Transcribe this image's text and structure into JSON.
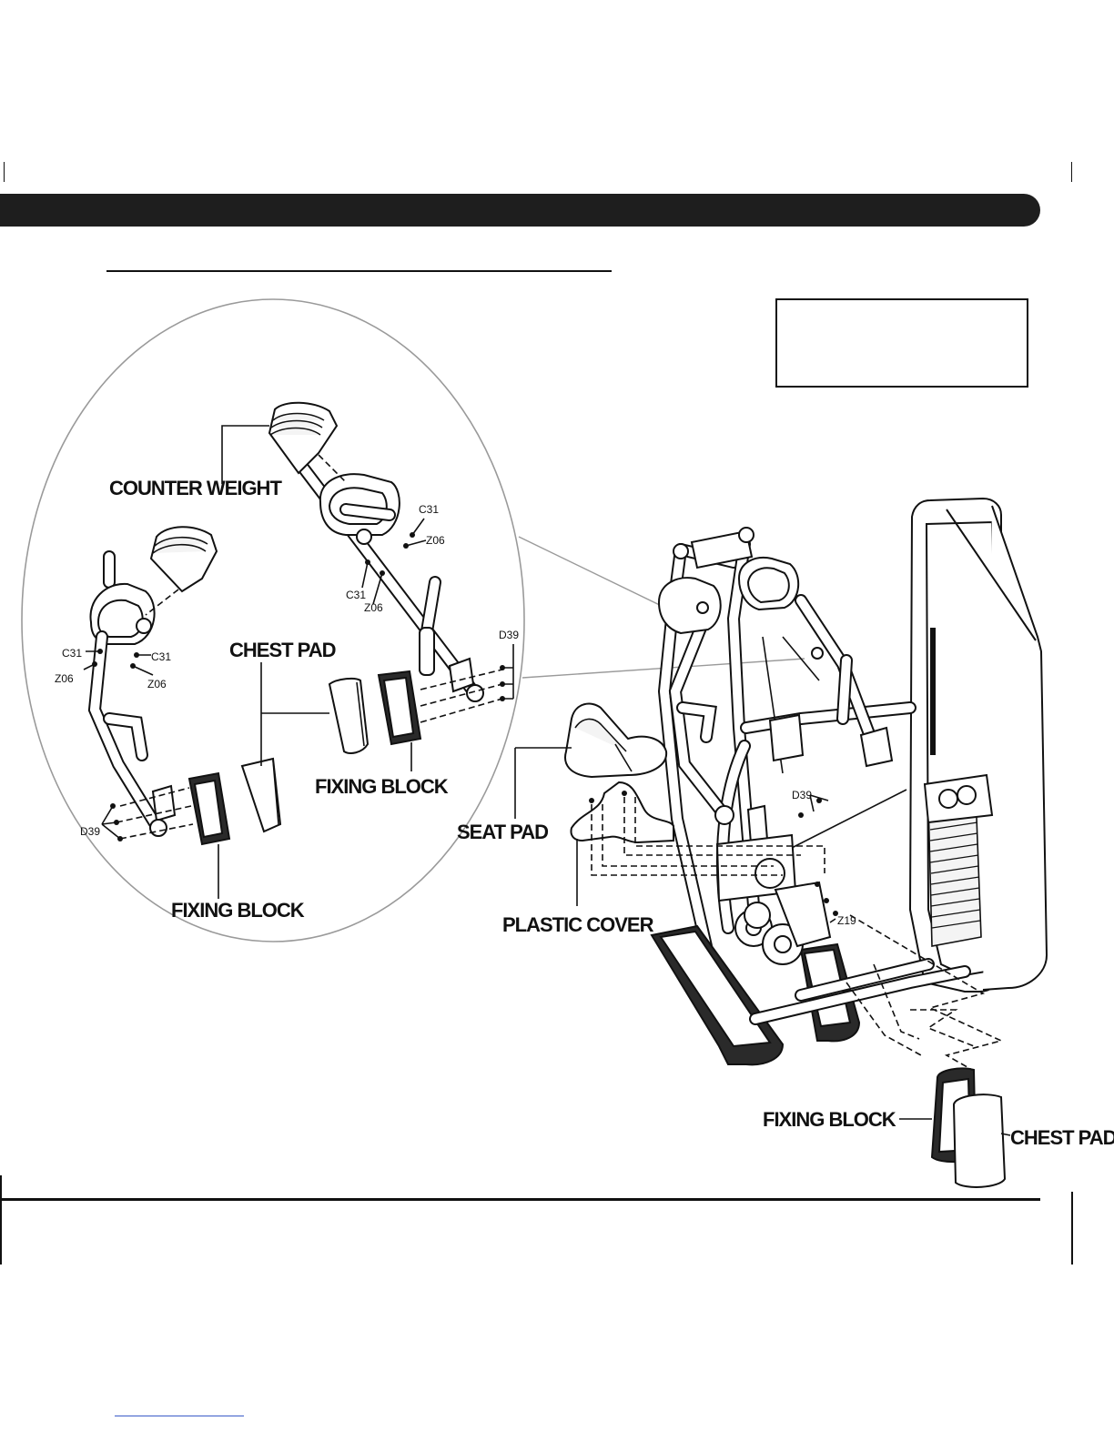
{
  "labels": {
    "counter_weight": "COUNTER WEIGHT",
    "chest_pad_detail": "CHEST PAD",
    "fixing_block_detail_right": "FIXING BLOCK",
    "fixing_block_detail_bottom": "FIXING BLOCK",
    "seat_pad": "SEAT PAD",
    "plastic_cover": "PLASTIC COVER",
    "fixing_block_main": "FIXING BLOCK",
    "chest_pad_main": "CHEST PAD"
  },
  "part_codes": {
    "c31_a": "C31",
    "z06_a": "Z06",
    "c31_b": "C31",
    "z06_b": "Z06",
    "c31_c": "C31",
    "z06_c": "Z06",
    "c31_d": "C31",
    "z06_d": "Z06",
    "d39_a": "D39",
    "d39_b": "D39",
    "d39_c": "D39",
    "z19": "Z19"
  },
  "colors": {
    "ink": "#111111",
    "header_bar": "#1e1e1e",
    "callout_circle": "#9a9a9a"
  }
}
